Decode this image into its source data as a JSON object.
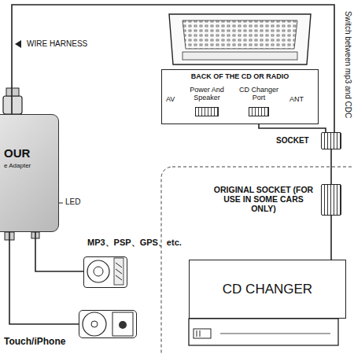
{
  "diagram": {
    "nodes": [
      {
        "text": [
          "OUR",
          "e Adapter"
        ]
      },
      {
        "text": [
          "BACK OF THE CD OR RADIO"
        ]
      },
      {
        "text": [
          "AV"
        ],
        "in": 1
      },
      {
        "text": [
          "Power And Speaker"
        ],
        "in": 1
      },
      {
        "text": [
          "CD Changer Port"
        ],
        "in": 1
      },
      {
        "text": [
          "ANT"
        ],
        "in": 1
      },
      {
        "text": [
          "SOCKET"
        ]
      },
      {
        "text": [
          "ORIGINAL SOCKET (FOR USE IN SOME CARS ONLY)"
        ]
      },
      {
        "text": [
          "CD CHANGER"
        ]
      },
      {
        "text": [
          "MP3、PSP、GPS、etc."
        ]
      },
      {
        "text": [
          "Touch/iPhone"
        ]
      }
    ],
    "edges": [
      {
        "from": 0,
        "to": 6,
        "arrow": "none"
      },
      {
        "from": 4,
        "to": 6,
        "arrow": "none"
      },
      {
        "from": 6,
        "to": 7,
        "arrow": "none"
      },
      {
        "from": 7,
        "to": 8,
        "arrow": "none"
      },
      {
        "from": 0,
        "to": 9,
        "arrow": "none"
      },
      {
        "from": 0,
        "to": 10,
        "arrow": "none"
      }
    ],
    "labels": [
      "WIRE HARNESS",
      "LED",
      "Switch between mp3 and CDC"
    ]
  }
}
